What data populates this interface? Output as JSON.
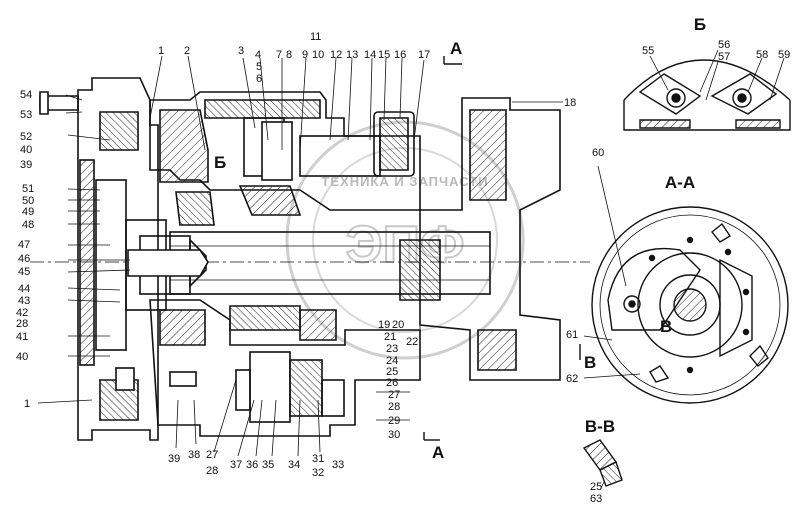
{
  "drawing": {
    "section_labels": {
      "a_top": "A",
      "a_bottom": "A",
      "b_left": "Б",
      "b_cut": "В",
      "v_main": "В"
    },
    "views": {
      "b_title": "Б",
      "aa_title": "А-А",
      "vv_title": "В-В"
    },
    "watermark": {
      "logo": "ЭПФ",
      "text": "ТЕХНИКА И ЗАПЧАСТИ"
    },
    "callouts": {
      "top": [
        "1",
        "2",
        "3",
        "4",
        "5",
        "6",
        "7",
        "8",
        "9",
        "10",
        "11",
        "12",
        "13",
        "14",
        "15",
        "16",
        "17",
        "18"
      ],
      "left": [
        "54",
        "53",
        "52",
        "40",
        "39",
        "51",
        "50",
        "49",
        "48",
        "47",
        "46",
        "45",
        "44",
        "43",
        "42",
        "28",
        "41",
        "40",
        "1"
      ],
      "middle": [
        "19",
        "20",
        "21",
        "22",
        "23",
        "24",
        "25",
        "26",
        "27",
        "28",
        "29",
        "30"
      ],
      "bottom": [
        "39",
        "38",
        "27",
        "28",
        "37",
        "36",
        "35",
        "34",
        "31",
        "32",
        "33"
      ],
      "view_b": [
        "55",
        "56",
        "57",
        "58",
        "59"
      ],
      "view_aa": [
        "60",
        "61",
        "62"
      ],
      "view_vv": [
        "25",
        "63"
      ]
    }
  }
}
